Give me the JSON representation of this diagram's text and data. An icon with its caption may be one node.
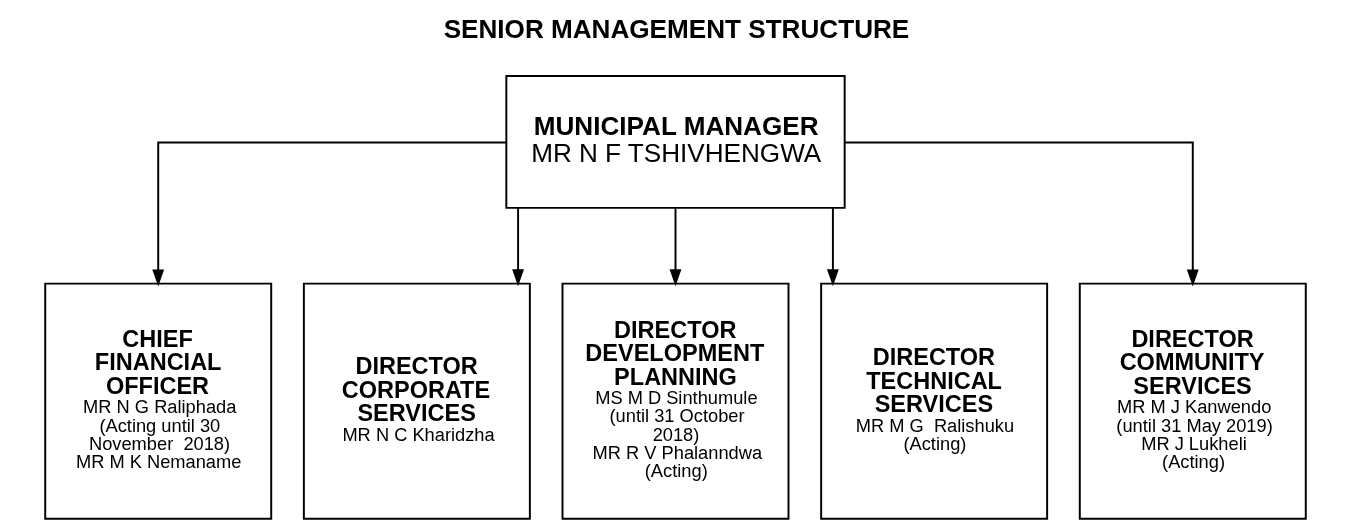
{
  "diagram": {
    "title": "SENIOR MANAGEMENT STRUCTURE",
    "nodes": [
      {
        "text": [
          "MUNICIPAL MANAGER",
          "MR N F TSHIVHENGWA"
        ]
      },
      {
        "text": [
          "CHIEF FINANCIAL OFFICER",
          "MR N G Raliphada (Acting until 30 November  2018)",
          "MR M K Nemaname"
        ]
      },
      {
        "text": [
          "DIRECTOR CORPORATE SERVICES",
          "MR N C Kharidzha"
        ]
      },
      {
        "text": [
          "DIRECTOR DEVELOPMENT PLANNING",
          "MS M D Sinthumule (until 31 October 2018)",
          "MR R V Phalanndwa (Acting)"
        ]
      },
      {
        "text": [
          "DIRECTOR TECHNICAL SERVICES",
          "MR M G  Ralishuku (Acting)"
        ]
      },
      {
        "text": [
          "DIRECTOR COMMUNITY SERVICES",
          "MR M J Kanwendo (until 31 May 2019)",
          "MR J Lukheli (Acting)"
        ]
      }
    ],
    "edges": [
      {
        "from": 0,
        "to": 1,
        "arrow": "to"
      },
      {
        "from": 0,
        "to": 2,
        "arrow": "to"
      },
      {
        "from": 0,
        "to": 3,
        "arrow": "to"
      },
      {
        "from": 0,
        "to": 4,
        "arrow": "to"
      },
      {
        "from": 0,
        "to": 5,
        "arrow": "to"
      }
    ]
  }
}
